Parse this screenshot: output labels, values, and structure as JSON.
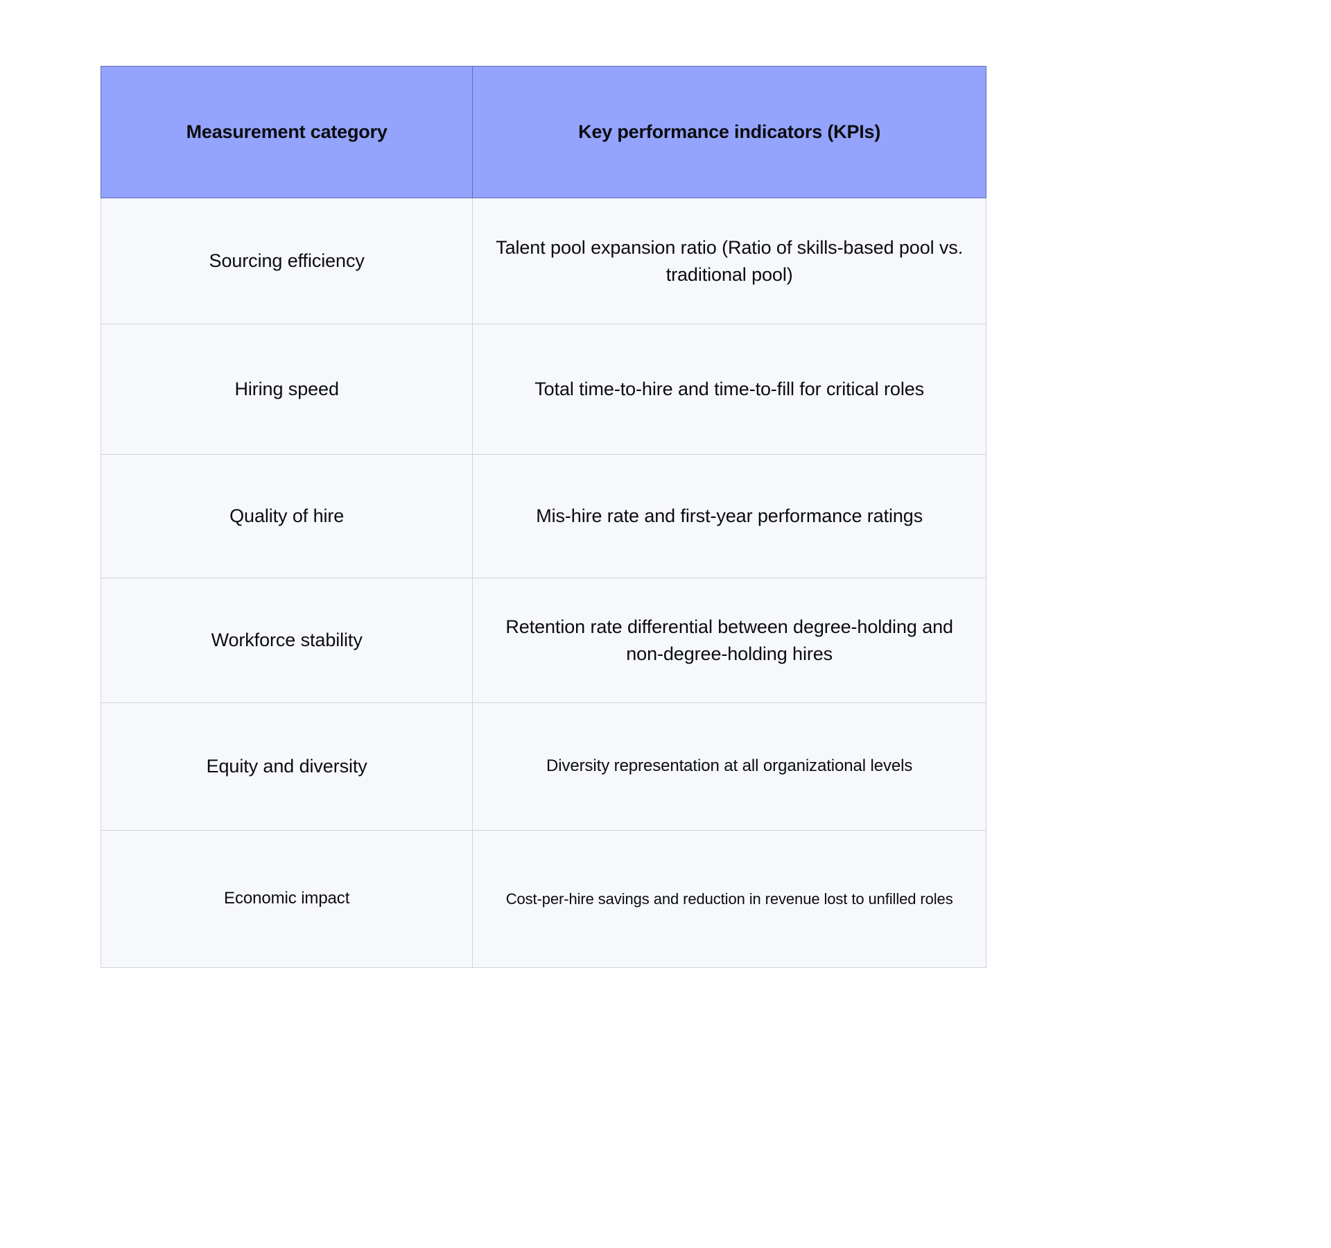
{
  "table": {
    "columns": [
      {
        "key": "category",
        "header": "Measurement category"
      },
      {
        "key": "kpi",
        "header": "Key performance indicators (KPIs)"
      }
    ],
    "rows": [
      {
        "category": "Sourcing efficiency",
        "kpi": "Talent pool expansion ratio (Ratio of skills-based pool vs. traditional pool)"
      },
      {
        "category": "Hiring speed",
        "kpi": "Total time-to-hire and time-to-fill for critical roles"
      },
      {
        "category": "Quality of hire",
        "kpi": "Mis-hire rate and first-year performance ratings"
      },
      {
        "category": "Workforce stability",
        "kpi": "Retention rate differential between degree-holding and non-degree-holding hires"
      },
      {
        "category": "Equity and diversity",
        "kpi": "Diversity representation at all organizational levels"
      },
      {
        "category": "Economic impact",
        "kpi": "Cost-per-hire savings and reduction in revenue lost to unfilled roles"
      }
    ]
  },
  "colors": {
    "header_background": "#94A3FB",
    "body_background": "#F7F8FC",
    "page_background": "#FFFFFF",
    "border": "#CFD3DD",
    "text": "#0B0C0F"
  }
}
